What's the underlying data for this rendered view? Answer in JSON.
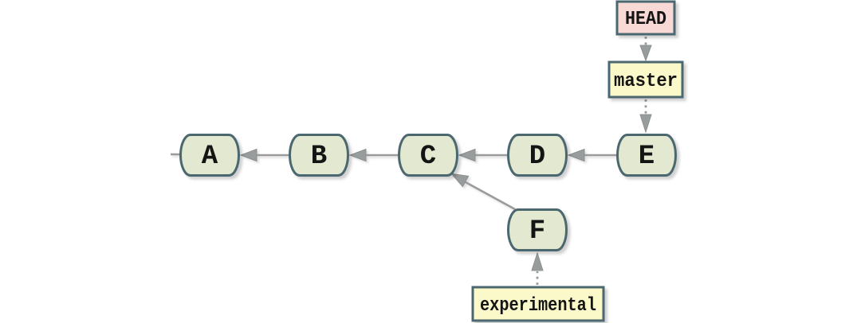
{
  "diagram": {
    "kind": "git-commit-graph",
    "commits": [
      {
        "label": "A"
      },
      {
        "label": "B"
      },
      {
        "label": "C"
      },
      {
        "label": "D"
      },
      {
        "label": "E"
      },
      {
        "label": "F"
      }
    ],
    "refs": {
      "head": {
        "label": "HEAD",
        "points_to": "master"
      },
      "master": {
        "label": "master",
        "points_to": "E"
      },
      "experimental": {
        "label": "experimental",
        "points_to": "F"
      }
    },
    "edges": [
      {
        "from": "B",
        "to": "A",
        "style": "solid"
      },
      {
        "from": "C",
        "to": "B",
        "style": "solid"
      },
      {
        "from": "D",
        "to": "C",
        "style": "solid"
      },
      {
        "from": "E",
        "to": "D",
        "style": "solid"
      },
      {
        "from": "F",
        "to": "C",
        "style": "solid"
      },
      {
        "from": "HEAD",
        "to": "master",
        "style": "dotted"
      },
      {
        "from": "master",
        "to": "E",
        "style": "dotted"
      },
      {
        "from": "experimental",
        "to": "F",
        "style": "dotted"
      }
    ],
    "colors": {
      "commit_fill": "#e3e8d0",
      "commit_border": "#4c6870",
      "head_fill": "#f8d9d5",
      "ref_fill": "#fbf9c9",
      "box_border": "#4c6870",
      "edge": "#9b9b9b",
      "text": "#141414",
      "canvas": "#ffffff"
    }
  }
}
